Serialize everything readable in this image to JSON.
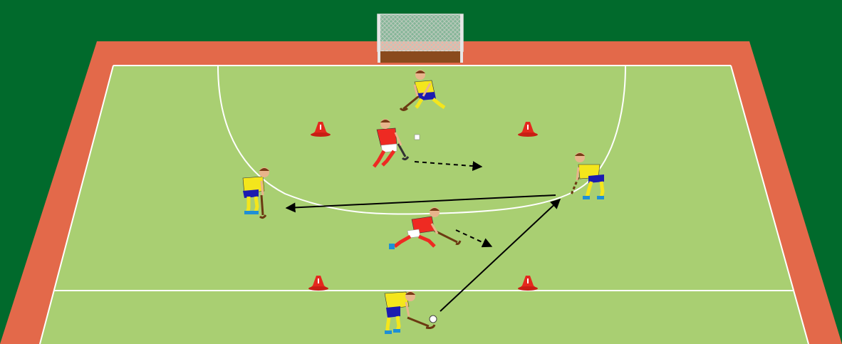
{
  "colors": {
    "background": "#016a2c",
    "track": "#e3694a",
    "pitch": "#a9cf72",
    "lines": "#ffffff",
    "cone": "#e4281d",
    "attacker_shirt": "#f4e61c",
    "attacker_shorts": "#1b1bb0",
    "defender_shirt": "#ee2a22",
    "defender_shorts": "#ffffff",
    "goal_net": "#cfd8cf",
    "goal_base": "#8a4a1d",
    "arrow": "#000000"
  },
  "players": [
    {
      "id": "goalkeeper-side-attacker",
      "team": "attacker"
    },
    {
      "id": "left-attacker",
      "team": "attacker"
    },
    {
      "id": "right-attacker",
      "team": "attacker"
    },
    {
      "id": "bottom-attacker-with-ball",
      "team": "attacker"
    },
    {
      "id": "upper-defender",
      "team": "defender"
    },
    {
      "id": "lower-defender",
      "team": "defender"
    }
  ],
  "cones": [
    "cone-top-left",
    "cone-top-right",
    "cone-bottom-left",
    "cone-bottom-right"
  ],
  "movements": [
    {
      "id": "pass-bottom-to-right",
      "type": "pass",
      "style": "solid"
    },
    {
      "id": "pass-right-to-left",
      "type": "pass",
      "style": "solid"
    },
    {
      "id": "run-upper-defender",
      "type": "run",
      "style": "dashed"
    },
    {
      "id": "run-lower-defender",
      "type": "run",
      "style": "dashed"
    }
  ]
}
